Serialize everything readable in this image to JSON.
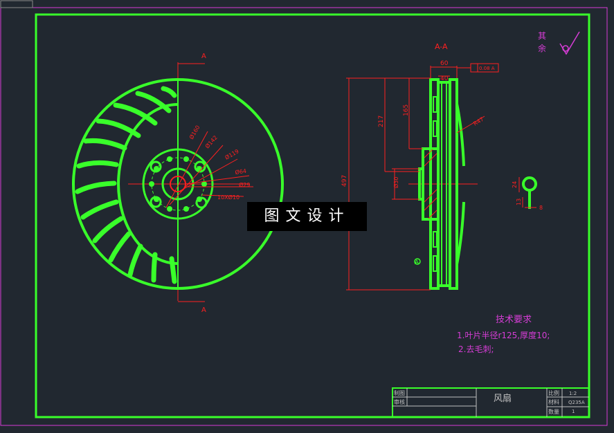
{
  "colors": {
    "background": "#212830",
    "part": "#39ff2a",
    "dimension": "#ff2020",
    "annotation": "#d63dd6",
    "title_block_text": "#c0c0c0"
  },
  "section_label": "A",
  "section_view_title": "A-A",
  "roughness_note": {
    "line1": "其",
    "line2": "余"
  },
  "front_view_dims": {
    "d_outer_hub": "Ø160",
    "d_bolt_circle": "Ø142",
    "d_119": "Ø119",
    "d_64": "Ø64",
    "d_29": "Ø29",
    "holes": "10XØ10"
  },
  "section_view_dims": {
    "width_60": "60",
    "width_40": "40",
    "flatness_tol": "0.08 A",
    "height_497": "497",
    "height_217": "217",
    "height_165": "165",
    "d_30": "Ø30",
    "r_47": "R47",
    "datum": "A"
  },
  "detail_dims": {
    "h_24": "24",
    "h_13": "13",
    "w_8": "8"
  },
  "watermark": "图文设计",
  "tech_requirements": {
    "heading": "技术要求",
    "items": [
      "1.叶片半径r125,厚度10;",
      "2.去毛刺;"
    ]
  },
  "title_block": {
    "drawn_label": "制图",
    "checked_label": "审核",
    "part_name": "风扇",
    "scale_label": "比例",
    "scale_value": "1:2",
    "material_label": "材料",
    "material_value": "Q235A",
    "qty_label": "数量",
    "qty_value": "1"
  }
}
